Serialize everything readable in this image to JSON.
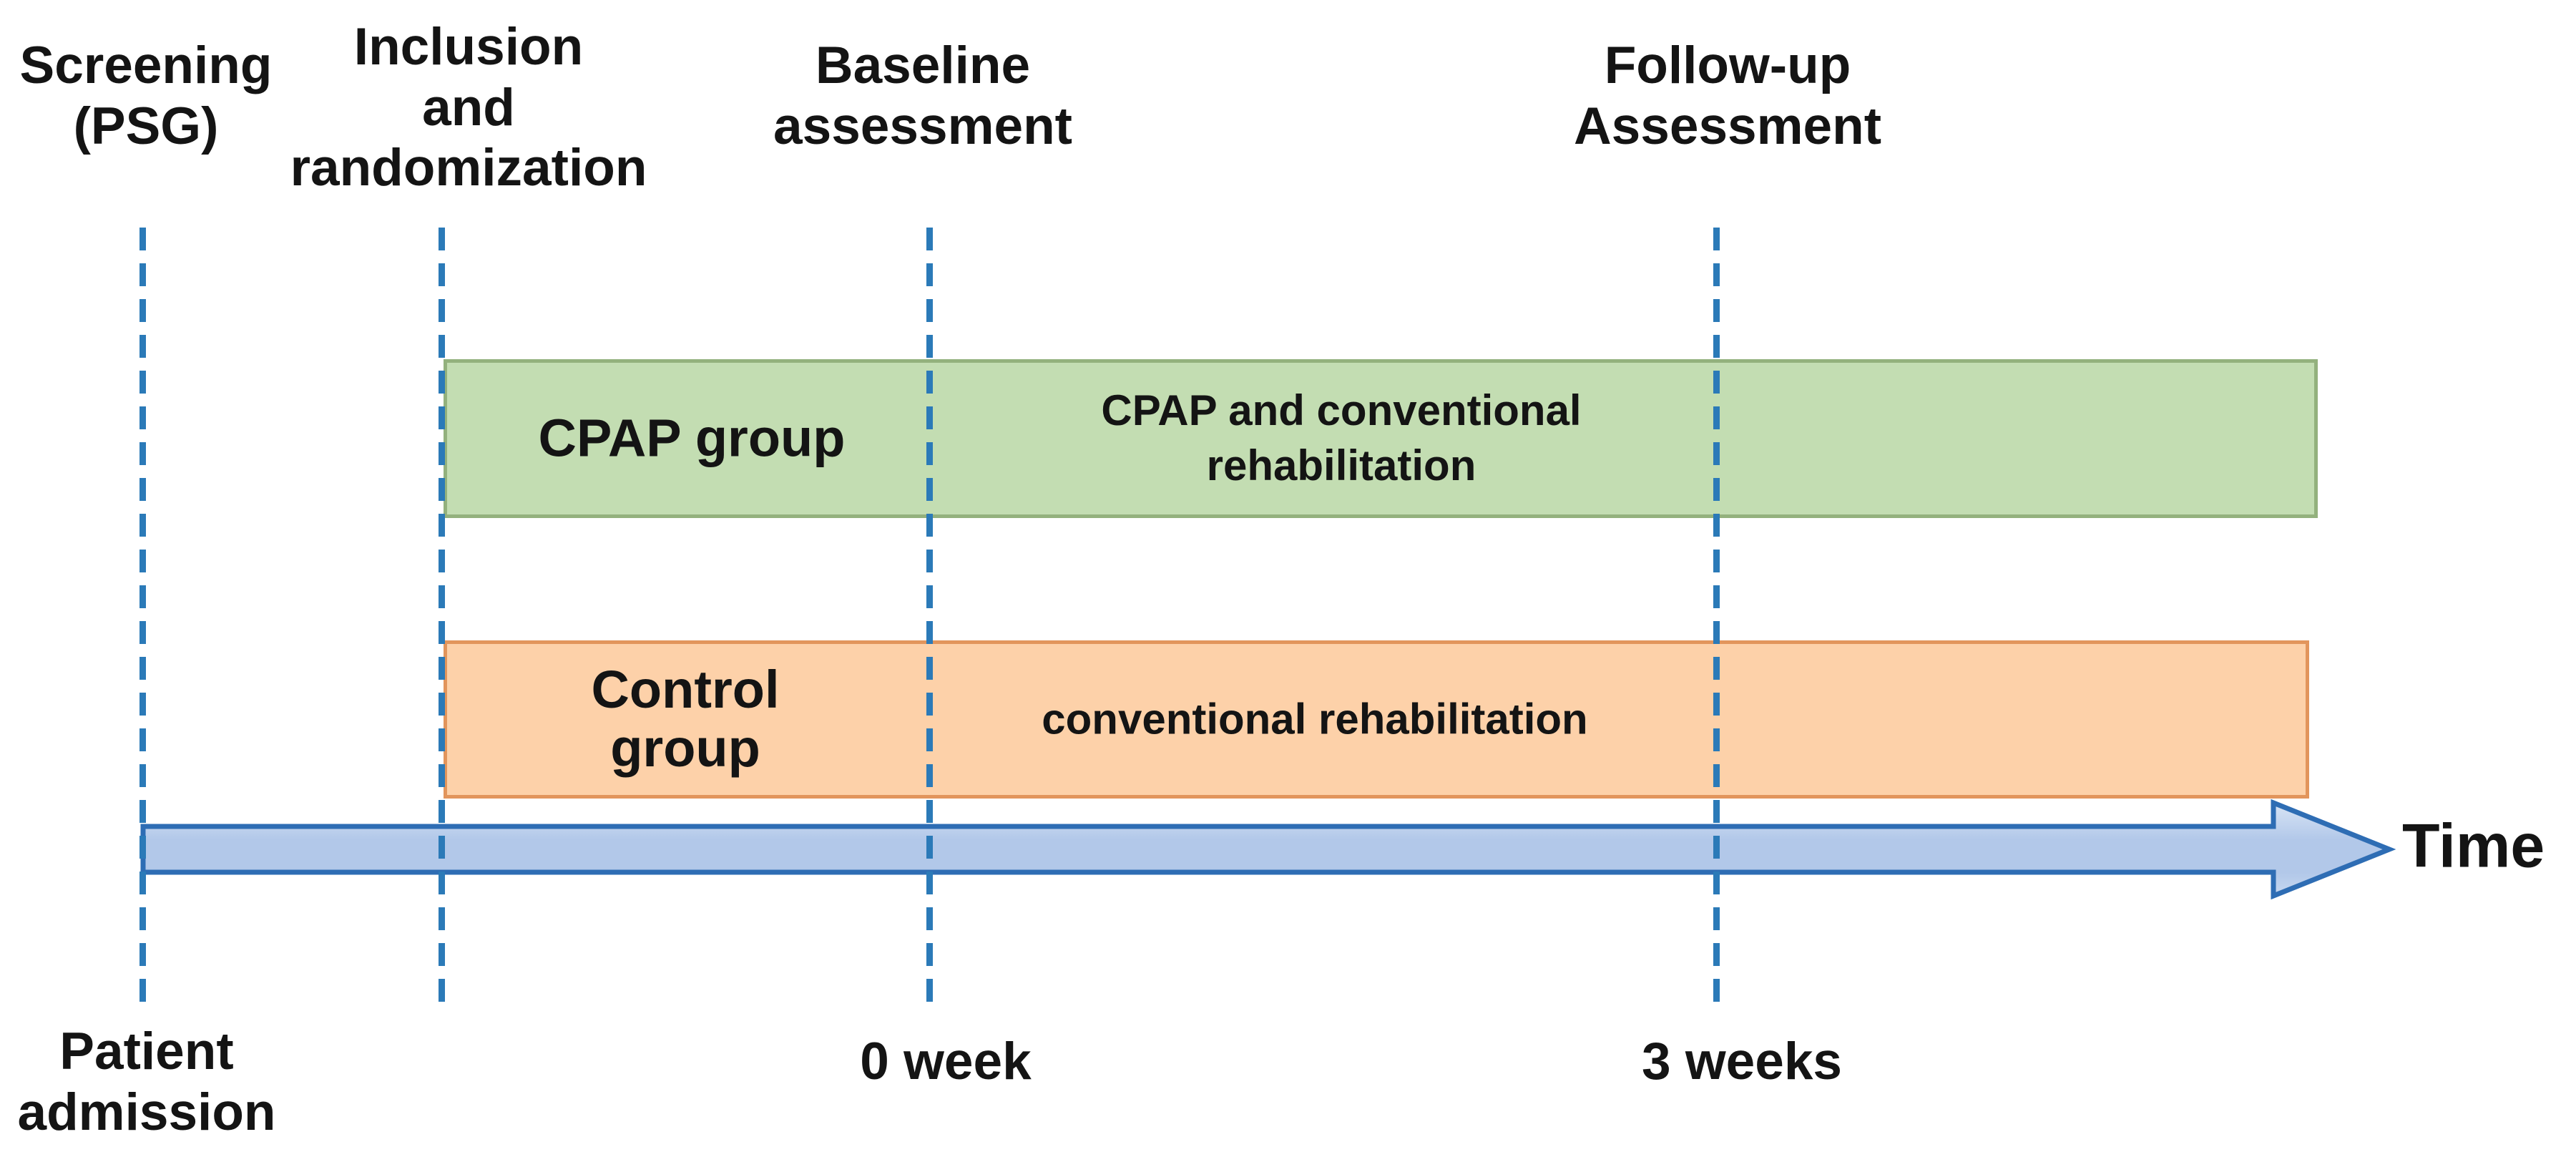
{
  "colors": {
    "text": "#141414",
    "dashed_line": "#2b7ab8",
    "green_fill": "#c3ddb2",
    "green_border": "#93b17d",
    "orange_fill": "#fdd1a9",
    "orange_border": "#e2955c",
    "arrow_border": "#2e6db4",
    "arrow_fill_top": "#d8e4f5",
    "arrow_fill_mid": "#b2c8e9",
    "arrow_fill_bottom": "#c6d7f0"
  },
  "timeline": {
    "top_labels": {
      "screening": {
        "line1": "Screening",
        "line2": "(PSG)"
      },
      "inclusion": {
        "line1": "Inclusion",
        "line2": "and",
        "line3": "randomization"
      },
      "baseline": {
        "line1": "Baseline",
        "line2": "assessment"
      },
      "followup": {
        "line1": "Follow-up",
        "line2": "Assessment"
      }
    },
    "bottom_labels": {
      "patient_admission": {
        "line1": "Patient",
        "line2": "admission"
      },
      "week0": {
        "line1": "0 week"
      },
      "weeks3": {
        "line1": "3 weeks"
      }
    },
    "groups": {
      "cpap": {
        "name": "CPAP group",
        "treatment_line1": "CPAP and conventional",
        "treatment_line2": "rehabilitation"
      },
      "control": {
        "name_line1": "Control",
        "name_line2": "group",
        "treatment": "conventional rehabilitation"
      }
    },
    "axis": {
      "label": "Time"
    }
  }
}
